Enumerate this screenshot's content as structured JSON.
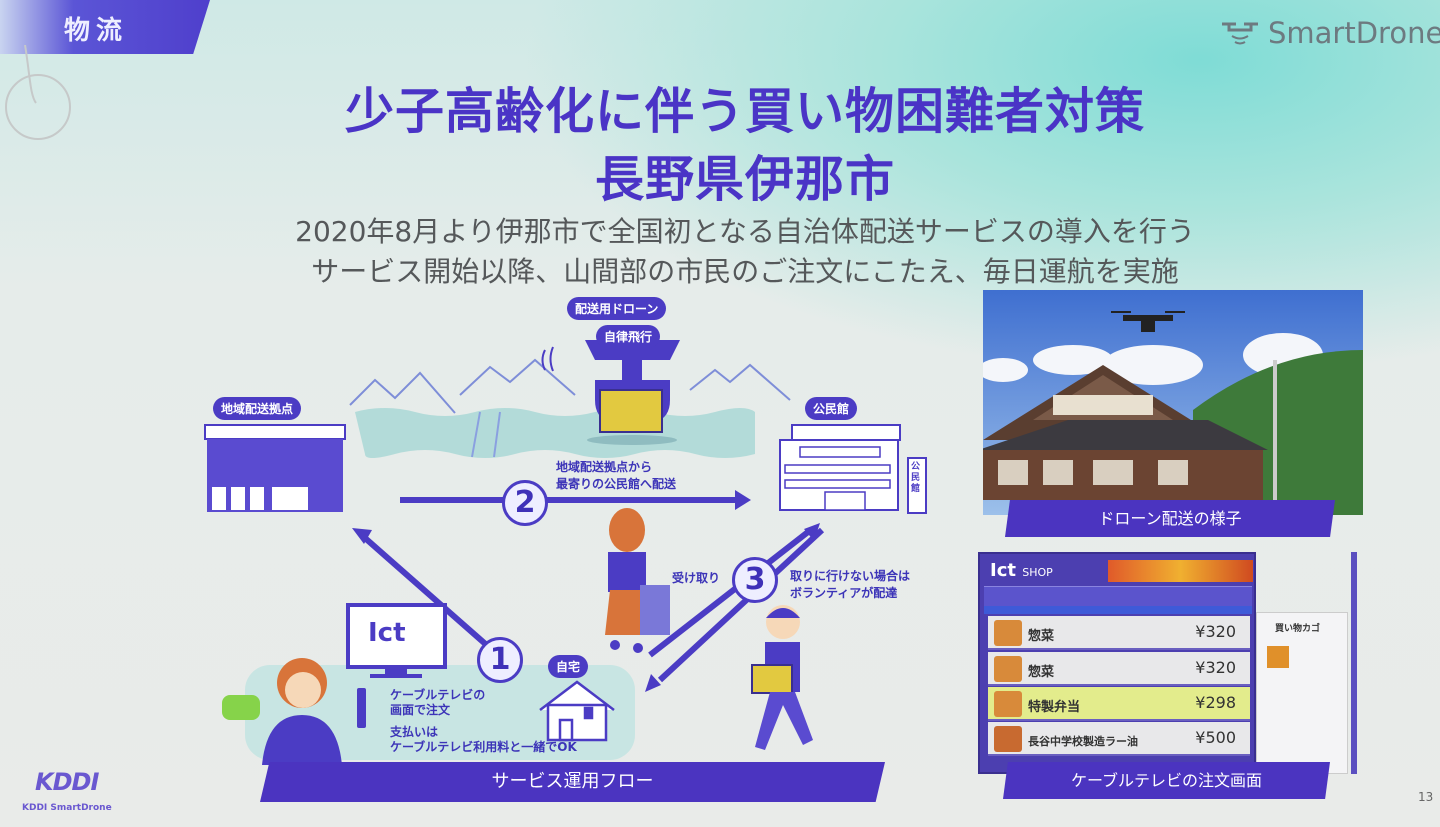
{
  "header": {
    "category_tag": "物流",
    "brand_logo": "SmartDrone"
  },
  "title": {
    "line1": "少子高齢化に伴う買い物困難者対策",
    "line2": "長野県伊那市"
  },
  "subtitle": {
    "line1": "2020年8月より伊那市で全国初となる自治体配送サービスの導入を行う",
    "line2": "サービス開始以降、山間部の市民のご注文にこたえ、毎日運航を実施"
  },
  "diagram": {
    "drone_label": "配送用ドローン",
    "drone_inner": "自律飛行",
    "depot_label": "地域配送拠点",
    "hall_label": "公民館",
    "hall_sign": "公民館",
    "home_label": "自宅",
    "step1": "1",
    "step2": "2",
    "step3": "3",
    "step2_text": [
      "地域配送拠点から",
      "最寄りの公民館へ配送"
    ],
    "pickup_text": "受け取り",
    "step3_text": [
      "取りに行けない場合は",
      "ボランティアが配達"
    ],
    "step1_text": [
      "ケーブルテレビの",
      "画面で注文"
    ],
    "payment_text": [
      "支払いは",
      "ケーブルテレビ利用料と一緒でOK"
    ],
    "tv_logo": "Ict",
    "caption": "サービス運用フロー"
  },
  "photo": {
    "caption": "ドローン配送の様子"
  },
  "order_screen": {
    "logo": "Ict",
    "shop": "SHOP",
    "items": [
      {
        "name": "惣菜",
        "price": "¥320",
        "highlight": false
      },
      {
        "name": "惣菜",
        "price": "¥320",
        "highlight": false
      },
      {
        "name": "特製弁当",
        "price": "¥298",
        "highlight": true
      },
      {
        "name": "長谷中学校製造ラー油",
        "price": "¥500",
        "highlight": false
      }
    ],
    "cart_title": "買い物カゴ",
    "caption": "ケーブルテレビの注文画面"
  },
  "footer": {
    "logo": "KDDI",
    "logo_sub": "KDDI SmartDrone",
    "page_number": "13"
  },
  "colors": {
    "accent": "#4b34c0",
    "highlight": "#e3ec8c"
  }
}
